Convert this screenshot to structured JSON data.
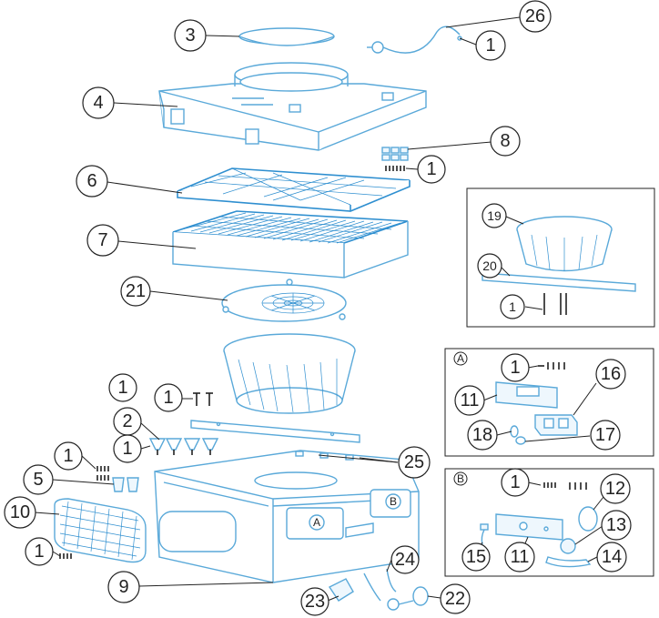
{
  "callouts": {
    "c3": "3",
    "c26": "26",
    "c1_top": "1",
    "c4": "4",
    "c8": "8",
    "c1_8": "1",
    "c6": "6",
    "c7": "7",
    "c21": "21",
    "c19": "19",
    "c20": "20",
    "c1_box": "1",
    "c1_fan": "1",
    "c1_left": "1",
    "c2": "2",
    "c1_bracket": "1",
    "c1_clip": "1",
    "c5": "5",
    "c10": "10",
    "c1_bottom": "1",
    "c9": "9",
    "c25": "25",
    "c23": "23",
    "c24": "24",
    "c22": "22",
    "cA_1": "1",
    "cA_11": "11",
    "cA_16": "16",
    "cA_18": "18",
    "cA_17": "17",
    "cB_1": "1",
    "cB_12": "12",
    "cB_13": "13",
    "cB_14": "14",
    "cB_15": "15",
    "cB_11": "11"
  },
  "panels": {
    "A_label": "A",
    "B_label": "B",
    "housing_A": "A",
    "housing_B": "B"
  },
  "colors": {
    "part": "#5aa9d9",
    "filter": "#2f8fd0",
    "line": "#222222"
  }
}
